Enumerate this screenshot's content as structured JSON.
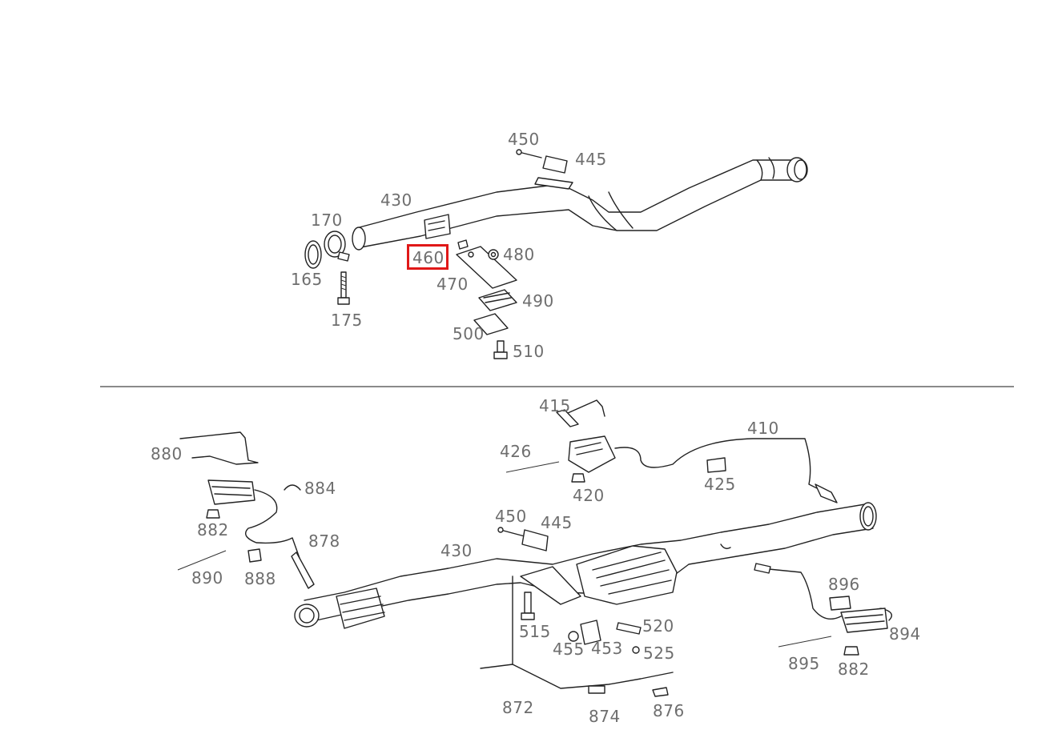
{
  "diagram": {
    "highlight_color": "#e01818",
    "highlighted_part": "460",
    "upper_group": {
      "labels": [
        "450",
        "445",
        "430",
        "170",
        "165",
        "175",
        "460",
        "470",
        "480",
        "490",
        "500",
        "510"
      ]
    },
    "lower_group": {
      "labels": [
        "415",
        "410",
        "426",
        "420",
        "425",
        "880",
        "884",
        "882",
        "878",
        "888",
        "890",
        "450",
        "445",
        "430",
        "515",
        "455",
        "453",
        "520",
        "525",
        "896",
        "894",
        "895",
        "882",
        "872",
        "874",
        "876"
      ]
    }
  }
}
